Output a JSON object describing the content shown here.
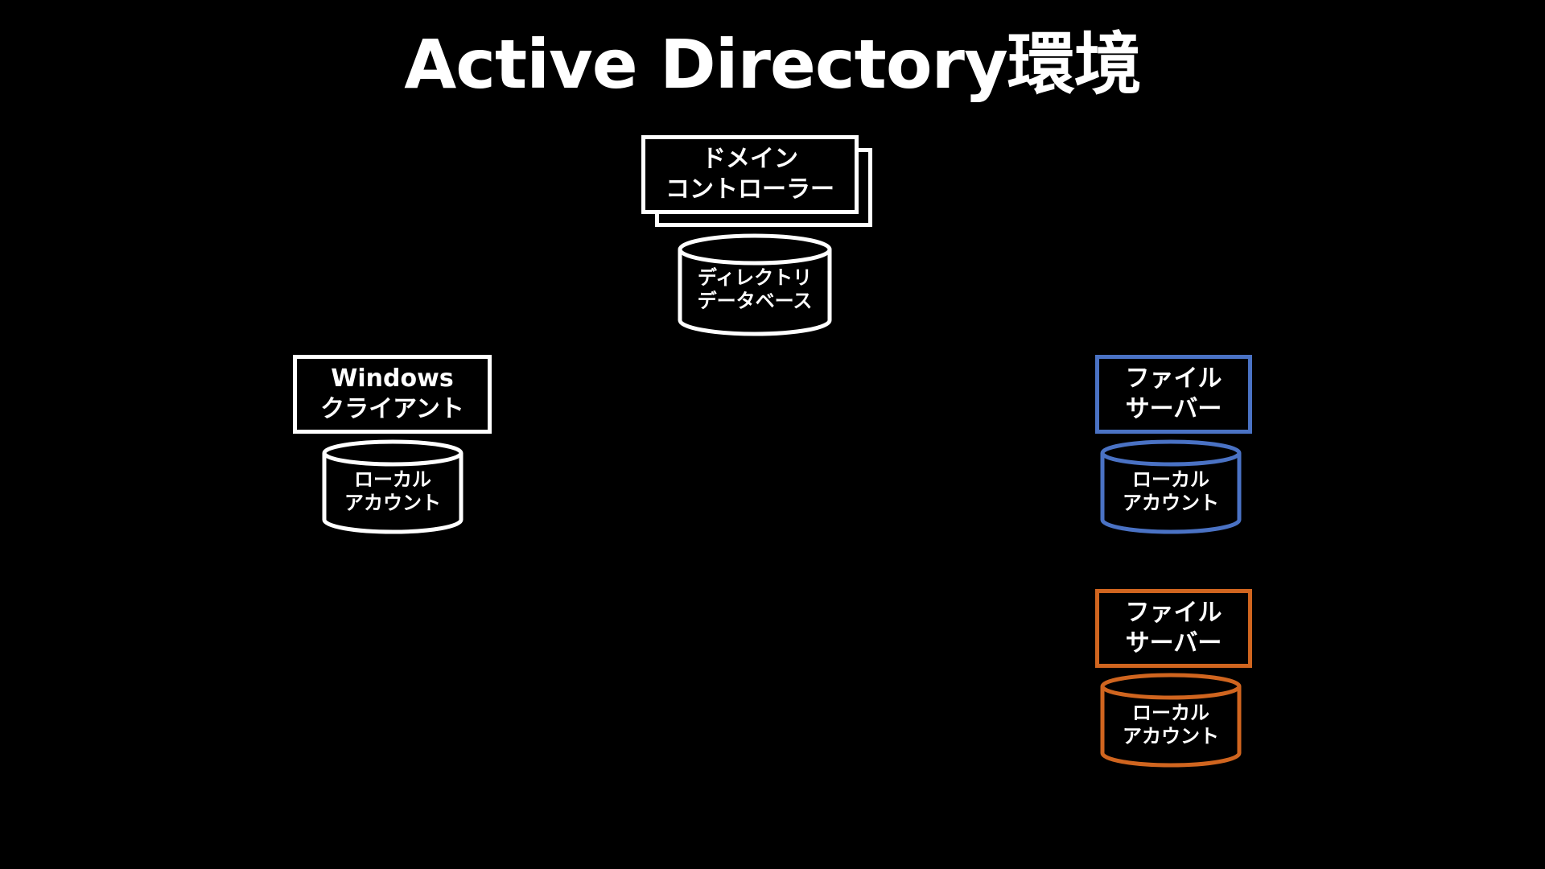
{
  "title": "Active Directory環境",
  "colors": {
    "background": "#000000",
    "default": "#ffffff",
    "blue": "#4a72c4",
    "orange": "#d0651f"
  },
  "domain_controller": {
    "label_line1": "ドメイン",
    "label_line2": "コントローラー",
    "db_line1": "ディレクトリ",
    "db_line2": "データベース"
  },
  "windows_client": {
    "label_line1": "Windows",
    "label_line2": "クライアント",
    "db_line1": "ローカル",
    "db_line2": "アカウント"
  },
  "file_server_blue": {
    "label_line1": "ファイル",
    "label_line2": "サーバー",
    "db_line1": "ローカル",
    "db_line2": "アカウント"
  },
  "file_server_orange": {
    "label_line1": "ファイル",
    "label_line2": "サーバー",
    "db_line1": "ローカル",
    "db_line2": "アカウント"
  }
}
